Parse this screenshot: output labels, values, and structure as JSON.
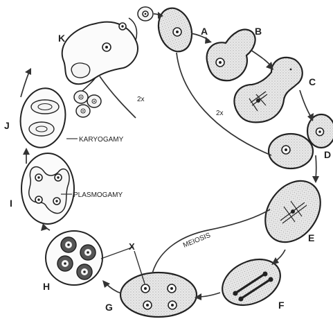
{
  "labels": {
    "a": "A",
    "b": "B",
    "c": "C",
    "d": "D",
    "e": "E",
    "f": "F",
    "g": "G",
    "h": "H",
    "i": "I",
    "j": "J",
    "k": "K"
  },
  "annotations": {
    "twox_left": "2x",
    "twox_right": "2x",
    "karyogamy": "KARYOGAMY",
    "plasmogamy": "PLASMOGAMY",
    "meiosis": "MEIOSIS",
    "x_label": "X"
  },
  "colors": {
    "ink": "#222222",
    "fill": "#e6e6e6",
    "paper": "#ffffff"
  }
}
